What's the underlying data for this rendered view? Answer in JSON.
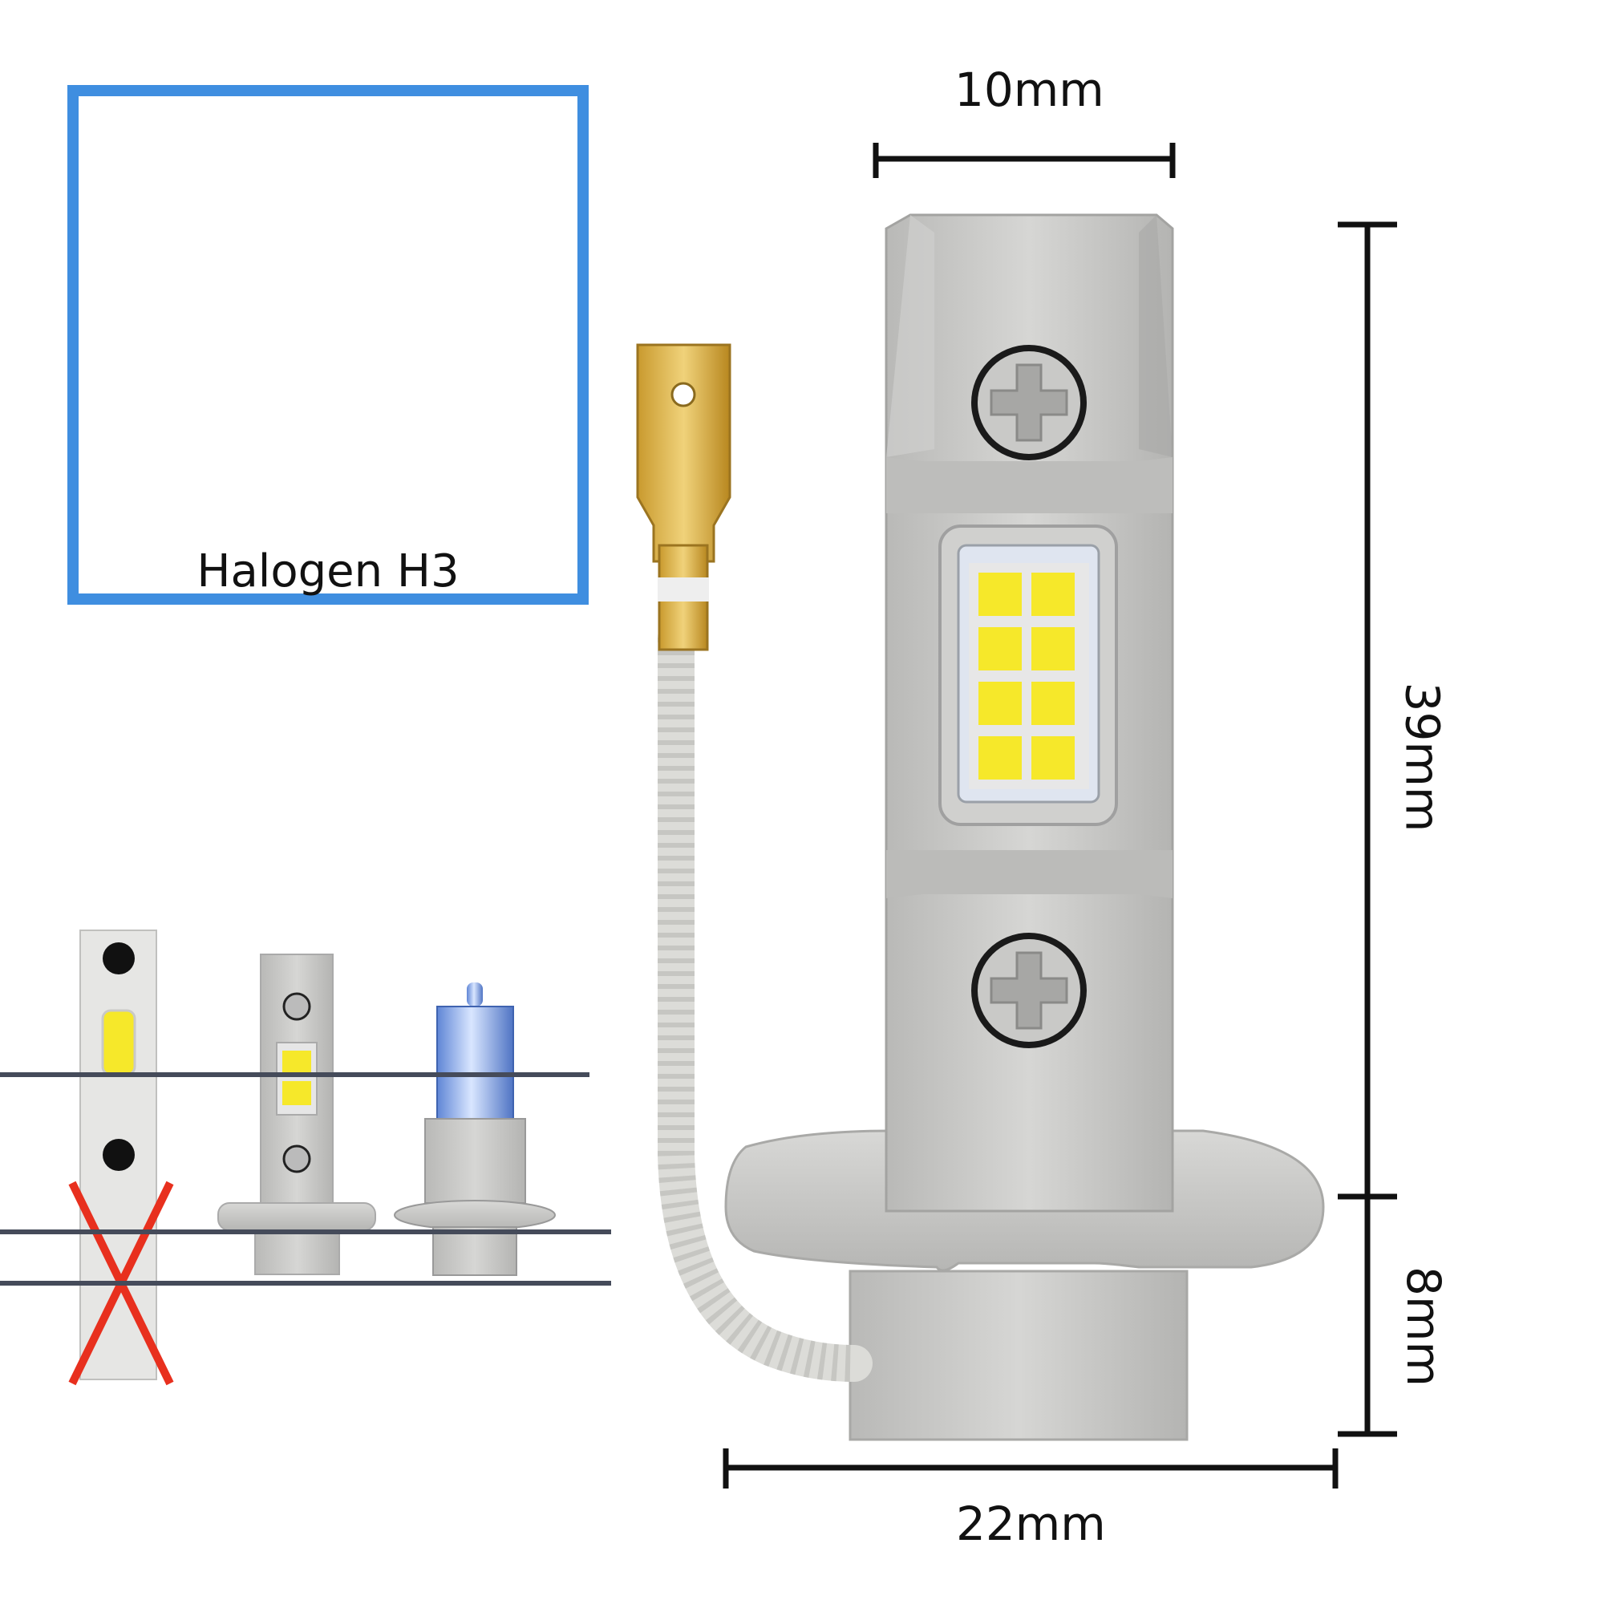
{
  "dimensions": {
    "top_width": "10mm",
    "height_body": "39mm",
    "height_base": "8mm",
    "base_width": "22mm"
  },
  "inset": {
    "label": "Halogen H3"
  },
  "colors": {
    "inset_border": "#3f8ee0",
    "led_chip": "#f6e82a",
    "metal": "#c4c4c2",
    "cross_mark": "#e8301e",
    "dimension_line": "#111111"
  }
}
